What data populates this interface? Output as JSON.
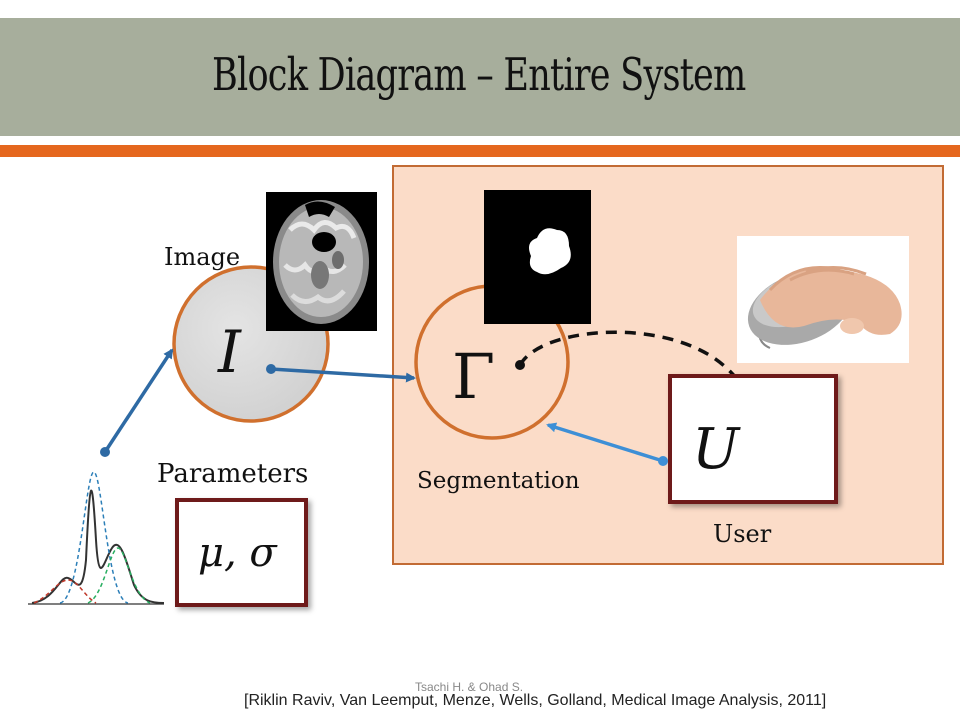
{
  "title": "Block Diagram – Entire System",
  "labels": {
    "image": "Image",
    "parameters": "Parameters",
    "segmentation": "Segmentation",
    "user": "User"
  },
  "symbols": {
    "image": "I",
    "segmentation": "Γ",
    "user": "U",
    "parameters": "μ, σ"
  },
  "footer": "Tsachi H. & Ohad S.",
  "citation": "[Riklin Raviv, Van Leemput, Menze, Wells, Golland, Medical Image Analysis, 2011]",
  "colors": {
    "title_bar": "#a7ae9c",
    "accent_bar": "#e5671e",
    "panel_fill": "#fbdcc8",
    "circle_outline": "#d0702e",
    "box_outline": "#6e1a1a",
    "arrow_dark_blue": "#2e6aa4",
    "arrow_light_blue": "#3d8fd6"
  },
  "icons": {
    "brain_scan": "brain-mri-image",
    "segmentation_mask": "segmentation-mask-image",
    "mouse": "computer-mouse-hand-image",
    "distribution": "gaussian-mixture-plot"
  }
}
